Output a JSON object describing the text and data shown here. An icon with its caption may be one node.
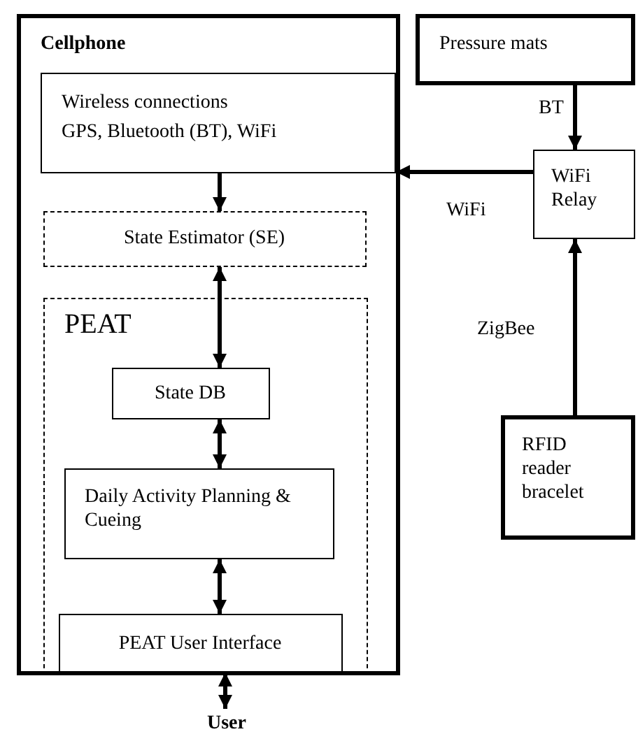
{
  "diagram": {
    "nodes": [
      {
        "text": [
          "Cellphone"
        ]
      },
      {
        "text": [
          "Wireless connections",
          "GPS, Bluetooth (BT), WiFi"
        ],
        "in": 0
      },
      {
        "text": [
          "State Estimator (SE)"
        ],
        "in": 0
      },
      {
        "text": [
          "PEAT"
        ],
        "in": 0
      },
      {
        "text": [
          "State DB"
        ],
        "in": 3
      },
      {
        "text": [
          "Daily Activity Planning & Cueing"
        ],
        "in": 3
      },
      {
        "text": [
          "PEAT User Interface"
        ],
        "in": 3
      },
      {
        "text": [
          "User"
        ]
      },
      {
        "text": [
          "Pressure mats"
        ]
      },
      {
        "text": [
          "WiFi Relay"
        ]
      },
      {
        "text": [
          "RFID reader bracelet"
        ]
      }
    ],
    "edges": [
      {
        "from": 8,
        "to": 9,
        "arrow": "to",
        "label": "BT"
      },
      {
        "from": 9,
        "to": 1,
        "arrow": "to",
        "label": "WiFi"
      },
      {
        "from": 10,
        "to": 9,
        "arrow": "to",
        "label": "ZigBee"
      },
      {
        "from": 1,
        "to": 2,
        "arrow": "to"
      },
      {
        "from": 2,
        "to": 4,
        "arrow": "both"
      },
      {
        "from": 4,
        "to": 5,
        "arrow": "both"
      },
      {
        "from": 5,
        "to": 6,
        "arrow": "both"
      },
      {
        "from": 6,
        "to": 7,
        "arrow": "both"
      }
    ]
  }
}
